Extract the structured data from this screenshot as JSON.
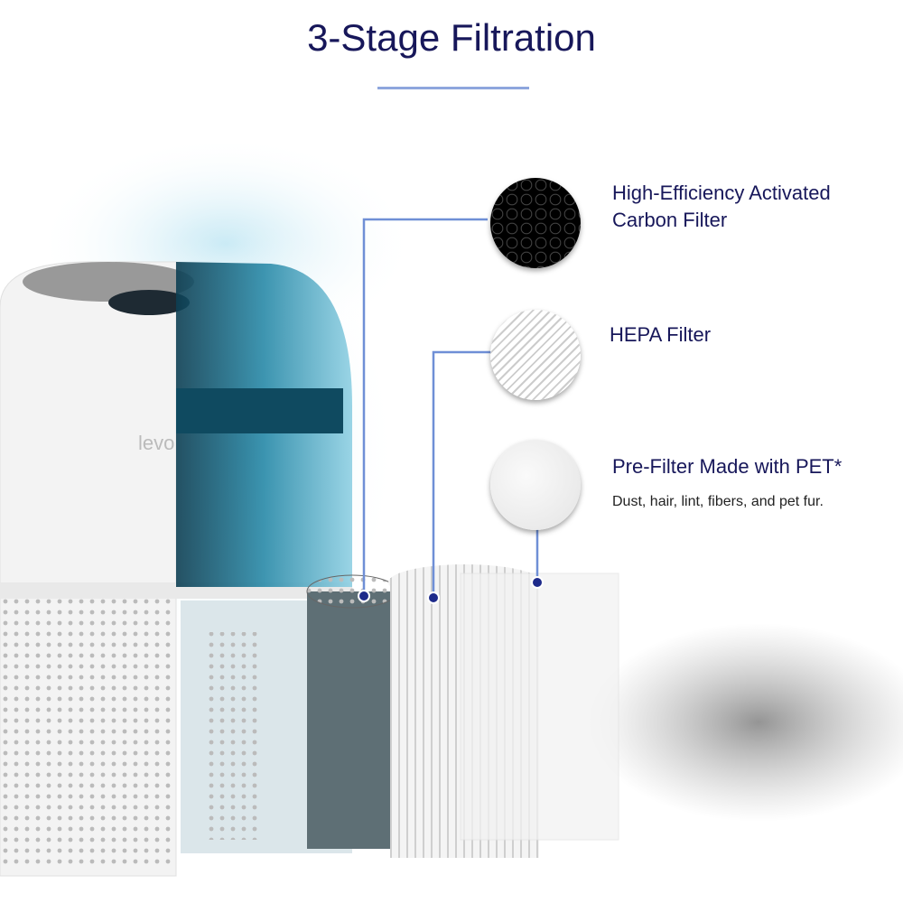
{
  "title": "3-Stage Filtration",
  "brand_logo_text": "levoit",
  "stages": [
    {
      "name": "High-Efficiency Activated",
      "name_line2": "Carbon Filter",
      "swatch_icon": "carbon-honeycomb-icon"
    },
    {
      "name": "HEPA Filter",
      "swatch_icon": "hepa-pleats-icon"
    },
    {
      "name": "Pre-Filter Made with PET*",
      "description": "Dust, hair, lint, fibers, and pet fur.",
      "swatch_icon": "prefilter-fiber-icon"
    }
  ],
  "colors": {
    "title": "#17175a",
    "accent_line": "#8ea6dd",
    "leader_line": "#6f8fd6"
  }
}
